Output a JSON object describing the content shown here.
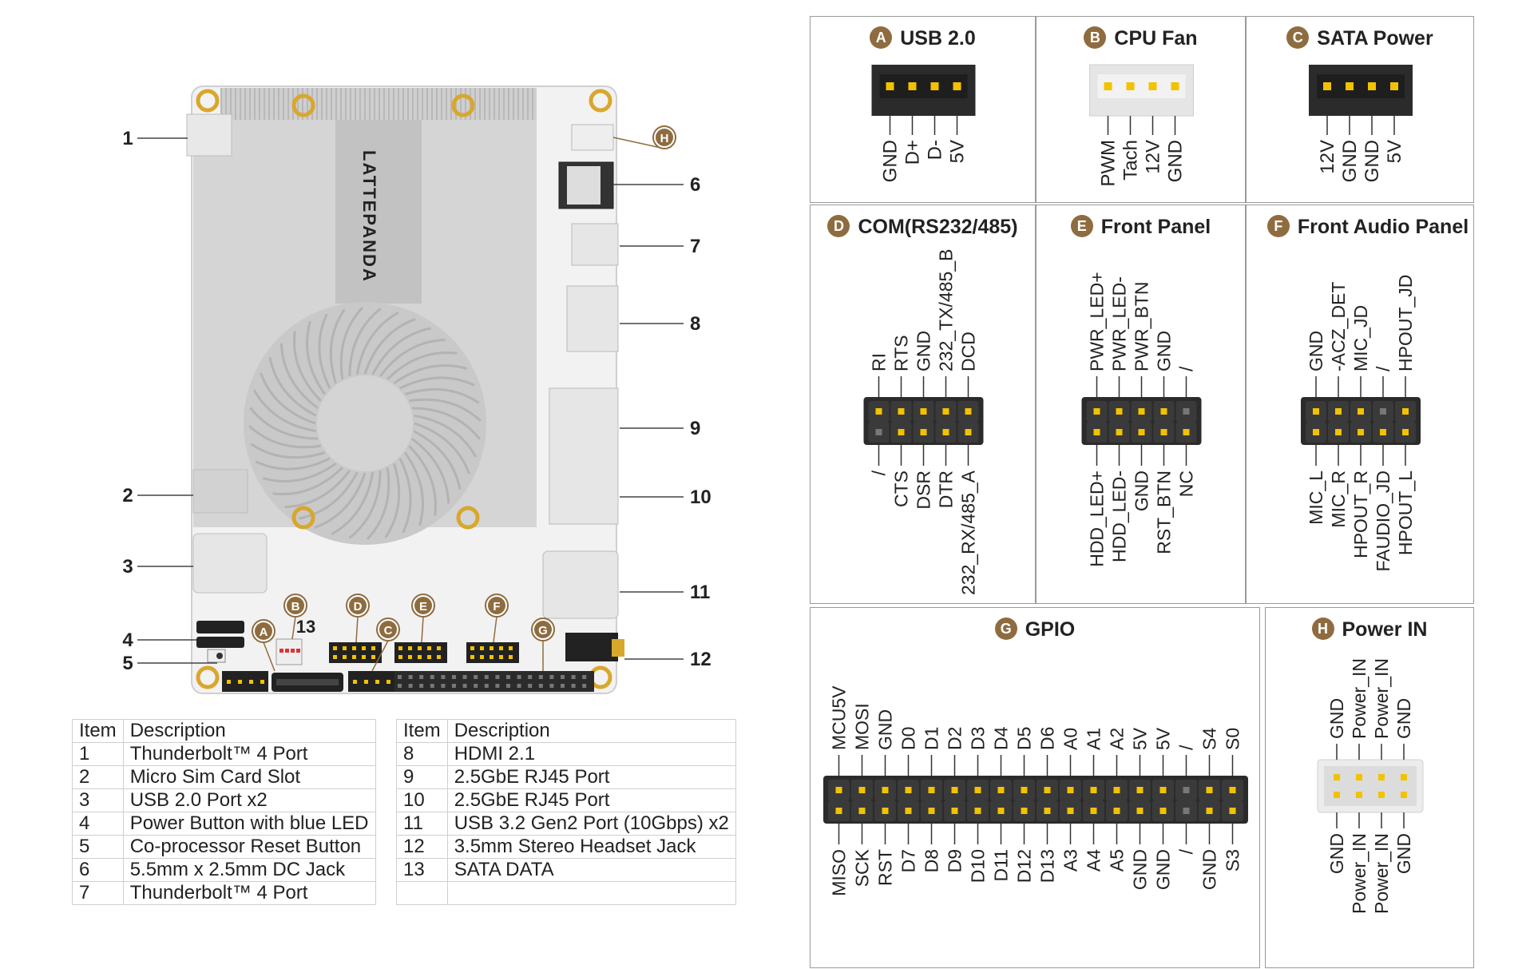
{
  "callouts_left": [
    {
      "num": "1"
    },
    {
      "num": "2"
    },
    {
      "num": "3"
    },
    {
      "num": "4"
    },
    {
      "num": "5"
    }
  ],
  "callouts_right": [
    {
      "num": "6"
    },
    {
      "num": "7"
    },
    {
      "num": "8"
    },
    {
      "num": "9"
    },
    {
      "num": "10"
    },
    {
      "num": "11"
    },
    {
      "num": "12"
    }
  ],
  "board": {
    "brand": "LATTEPANDA",
    "sata_label": "13",
    "letters": [
      "A",
      "B",
      "C",
      "D",
      "E",
      "F",
      "G",
      "H"
    ]
  },
  "spec_table": {
    "header": {
      "item": "Item",
      "description": "Description"
    },
    "left": [
      {
        "item": "1",
        "description": "Thunderbolt™ 4 Port"
      },
      {
        "item": "2",
        "description": "Micro Sim Card Slot"
      },
      {
        "item": "3",
        "description": "USB 2.0 Port x2"
      },
      {
        "item": "4",
        "description": "Power Button with blue LED"
      },
      {
        "item": "5",
        "description": "Co-processor Reset Button"
      },
      {
        "item": "6",
        "description": "5.5mm x 2.5mm DC Jack"
      },
      {
        "item": "7",
        "description": "Thunderbolt™ 4 Port"
      }
    ],
    "right": [
      {
        "item": "8",
        "description": "HDMI 2.1"
      },
      {
        "item": "9",
        "description": "2.5GbE RJ45 Port"
      },
      {
        "item": "10",
        "description": "2.5GbE RJ45 Port"
      },
      {
        "item": "11",
        "description": "USB 3.2 Gen2 Port (10Gbps) x2"
      },
      {
        "item": "12",
        "description": "3.5mm Stereo Headset Jack"
      },
      {
        "item": "13",
        "description": "SATA DATA"
      },
      {
        "item": "",
        "description": ""
      }
    ]
  },
  "panels": {
    "A": {
      "letter": "A",
      "title": "USB 2.0",
      "pins_top": [
        "GND",
        "D+",
        "D-",
        "5V"
      ]
    },
    "B": {
      "letter": "B",
      "title": "CPU Fan",
      "pins_top": [
        "PWM",
        "Tach",
        "12V",
        "GND"
      ]
    },
    "C": {
      "letter": "C",
      "title": "SATA Power",
      "pins_top": [
        "12V",
        "GND",
        "GND",
        "5V"
      ]
    },
    "D": {
      "letter": "D",
      "title": "COM(RS232/485)",
      "pins_top": [
        "RI",
        "RTS",
        "GND",
        "232_TX/485_B",
        "DCD"
      ],
      "pins_bottom": [
        "/",
        "CTS",
        "DSR",
        "DTR",
        "232_RX/485_A"
      ]
    },
    "E": {
      "letter": "E",
      "title": "Front Panel",
      "pins_top": [
        "PWR_LED+",
        "PWR_LED-",
        "PWR_BTN",
        "GND",
        "/"
      ],
      "pins_bottom": [
        "HDD_LED+",
        "HDD_LED-",
        "GND",
        "RST_BTN",
        "NC"
      ]
    },
    "F": {
      "letter": "F",
      "title": "Front Audio Panel",
      "pins_top": [
        "GND",
        "-ACZ_DET",
        "MIC_JD",
        "/",
        "HPOUT_JD"
      ],
      "pins_bottom": [
        "MIC_L",
        "MIC_R",
        "HPOUT_R",
        "FAUDIO_JD",
        "HPOUT_L"
      ]
    },
    "G": {
      "letter": "G",
      "title": "GPIO",
      "pins_top": [
        "MCU5V",
        "MOSI",
        "GND",
        "D0",
        "D1",
        "D2",
        "D3",
        "D4",
        "D5",
        "D6",
        "A0",
        "A1",
        "A2",
        "5V",
        "5V",
        "/",
        "S4",
        "S0"
      ],
      "pins_bottom": [
        "MISO",
        "SCK",
        "RST",
        "D7",
        "D8",
        "D9",
        "D10",
        "D11",
        "D12",
        "D13",
        "A3",
        "A4",
        "A5",
        "GND",
        "GND",
        "/",
        "GND",
        "S3"
      ]
    },
    "H": {
      "letter": "H",
      "title": "Power IN",
      "pins_top": [
        "GND",
        "Power_IN",
        "Power_IN",
        "GND"
      ],
      "pins_bottom": [
        "GND",
        "Power_IN",
        "Power_IN",
        "GND"
      ]
    }
  },
  "colors": {
    "accent": "#8e6c40",
    "pin": "#f2c200",
    "header_dark": "#2b2b2b",
    "board": "#d6d6d6",
    "mount": "#d8a72c"
  }
}
